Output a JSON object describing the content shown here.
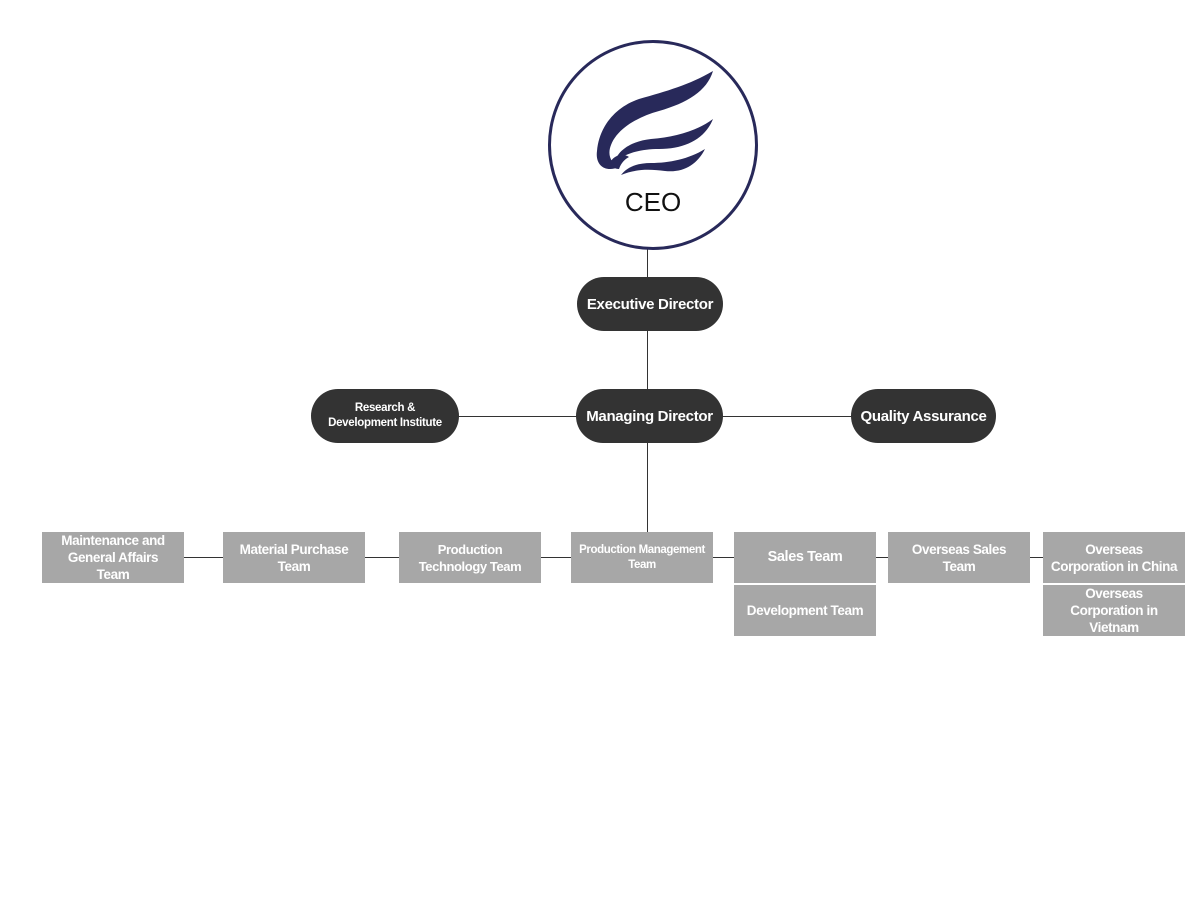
{
  "chart": {
    "ceo": "CEO",
    "executive_director": "Executive Director",
    "managing_director": "Managing Director",
    "research_institute": "Research & Development Institute",
    "quality_assurance": "Quality Assurance",
    "teams": {
      "maintenance": "Maintenance and General Affairs Team",
      "material_purchase": "Material Purchase Team",
      "production_technology": "Production Technology Team",
      "production_management": "Production Management Team",
      "sales": "Sales Team",
      "development": "Development Team",
      "overseas_sales": "Overseas Sales Team",
      "overseas_china": "Overseas  Corporation in China",
      "overseas_vietnam": "Overseas  Corporation in Vietnam"
    }
  },
  "colors": {
    "ceo_ring": "#28295a",
    "logo": "#28295a",
    "executive_nodes": "#333333",
    "team_boxes": "#a7a7a7",
    "connector": "#333333"
  },
  "icons": {
    "logo": "wing-logo-icon"
  }
}
